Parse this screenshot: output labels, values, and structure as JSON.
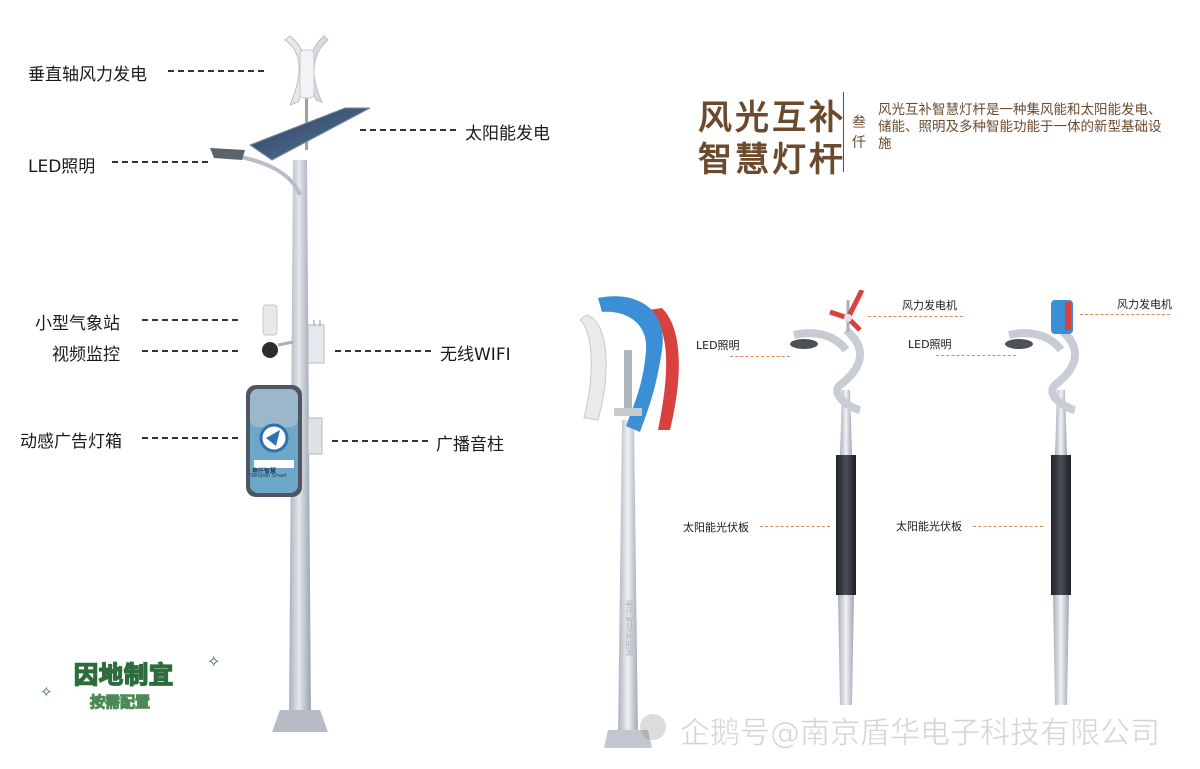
{
  "left_callouts": {
    "vawt": "垂直轴风力发电",
    "solar": "太阳能发电",
    "led": "LED照明",
    "weather": "小型气象站",
    "video": "视频监控",
    "wifi": "无线WIFI",
    "ad_box": "动感广告灯箱",
    "speaker": "广播音柱"
  },
  "headline": {
    "line1": "风光互补",
    "line2": "智慧灯杆",
    "brand_char1": "叁",
    "brand_char2": "仟",
    "description": "风光互补智慧灯杆是一种集风能和太阳能发电、储能、照明及多种智能功能于一体的新型基础设施"
  },
  "pole2": {
    "led": "LED照明",
    "wind": "风力发电机",
    "solar": "太阳能光伏板"
  },
  "pole3": {
    "led": "LED照明",
    "wind": "风力发电机",
    "solar": "太阳能光伏板"
  },
  "ad_logo": {
    "text_cn": "叁仟智慧",
    "text_en": "Sanqian Smart"
  },
  "pole_vertical_text": "叁仟智慧新能源",
  "sticker": {
    "main": "因地制宜",
    "sub": "按需配置"
  },
  "watermark": "企鹅号@南京盾华电子科技有限公司",
  "colors": {
    "brand_brown": "#6b4a2e",
    "pole_grey": "#c9ced6",
    "panel_blue": "#3b5d86",
    "accent_orange": "#d98a5a"
  }
}
